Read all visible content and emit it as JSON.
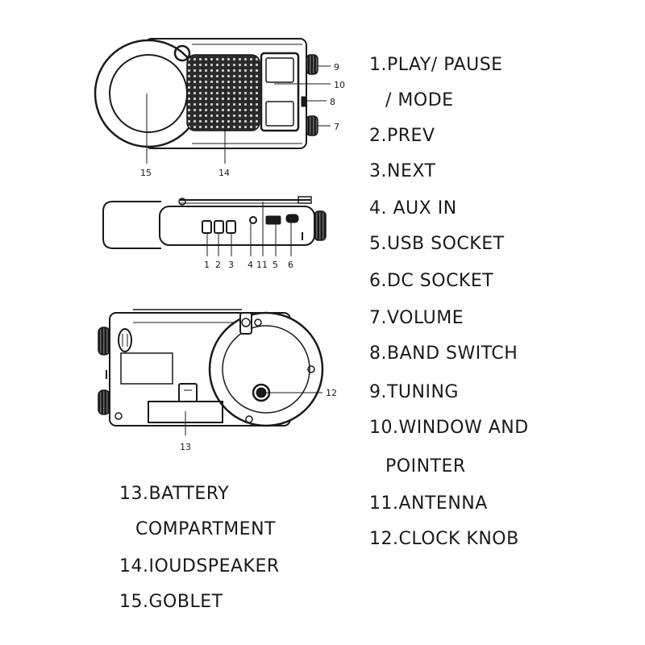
{
  "callouts": {
    "c1": "1",
    "c2": "2",
    "c3": "3",
    "c4": "4",
    "c5": "5",
    "c6": "6",
    "c7": "7",
    "c8": "8",
    "c9": "9",
    "c10": "10",
    "c11": "11",
    "c12": "12",
    "c13": "13",
    "c14": "14",
    "c15": "15"
  },
  "legend": {
    "l1a": "1.PLAY/ PAUSE",
    "l1b": "/ MODE",
    "l2": "2.PREV",
    "l3": "3.NEXT",
    "l4": "4. AUX IN",
    "l5": "5.USB SOCKET",
    "l6": "6.DC SOCKET",
    "l7": "7.VOLUME",
    "l8": "8.BAND SWITCH",
    "l9": "9.TUNING",
    "l10a": "10.WINDOW AND",
    "l10b": "POINTER",
    "l11": "11.ANTENNA",
    "l12": "12.CLOCK KNOB",
    "l13a": "13.BATTERY",
    "l13b": "COMPARTMENT",
    "l14": "14.IOUDSPEAKER",
    "l15": "15.GOBLET"
  }
}
